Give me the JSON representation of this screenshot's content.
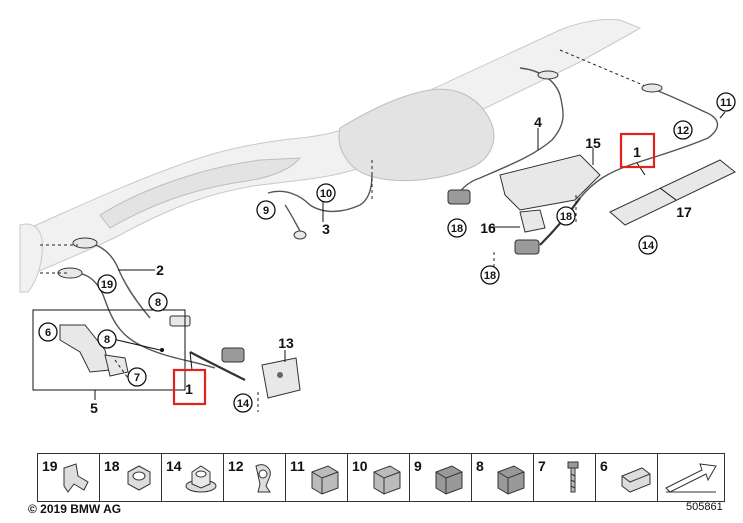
{
  "callouts": {
    "c1a": "1",
    "c1b": "1",
    "c2": "2",
    "c3": "3",
    "c4": "4",
    "c5": "5",
    "c6": "6",
    "c7": "7",
    "c8a": "8",
    "c8b": "8",
    "c9": "9",
    "c10": "10",
    "c11": "11",
    "c12": "12",
    "c13": "13",
    "c14a": "14",
    "c14b": "14",
    "c15": "15",
    "c16": "16",
    "c17": "17",
    "c18a": "18",
    "c18b": "18",
    "c18c": "18",
    "c19": "19"
  },
  "parts_strip": [
    {
      "number": "19",
      "icon": "clip-bracket-icon"
    },
    {
      "number": "18",
      "icon": "hex-nut-icon"
    },
    {
      "number": "14",
      "icon": "flange-nut-icon"
    },
    {
      "number": "12",
      "icon": "cable-clip-icon"
    },
    {
      "number": "11",
      "icon": "connector-housing-icon"
    },
    {
      "number": "10",
      "icon": "connector-housing-icon"
    },
    {
      "number": "9",
      "icon": "connector-housing-icon"
    },
    {
      "number": "8",
      "icon": "connector-housing-icon"
    },
    {
      "number": "7",
      "icon": "screw-icon"
    },
    {
      "number": "6",
      "icon": "rubber-grommet-icon"
    }
  ],
  "footer": {
    "copyright": "© 2019 BMW AG",
    "diagram_number": "505861"
  },
  "colors": {
    "highlight": "#e0231e",
    "line": "#111111"
  }
}
